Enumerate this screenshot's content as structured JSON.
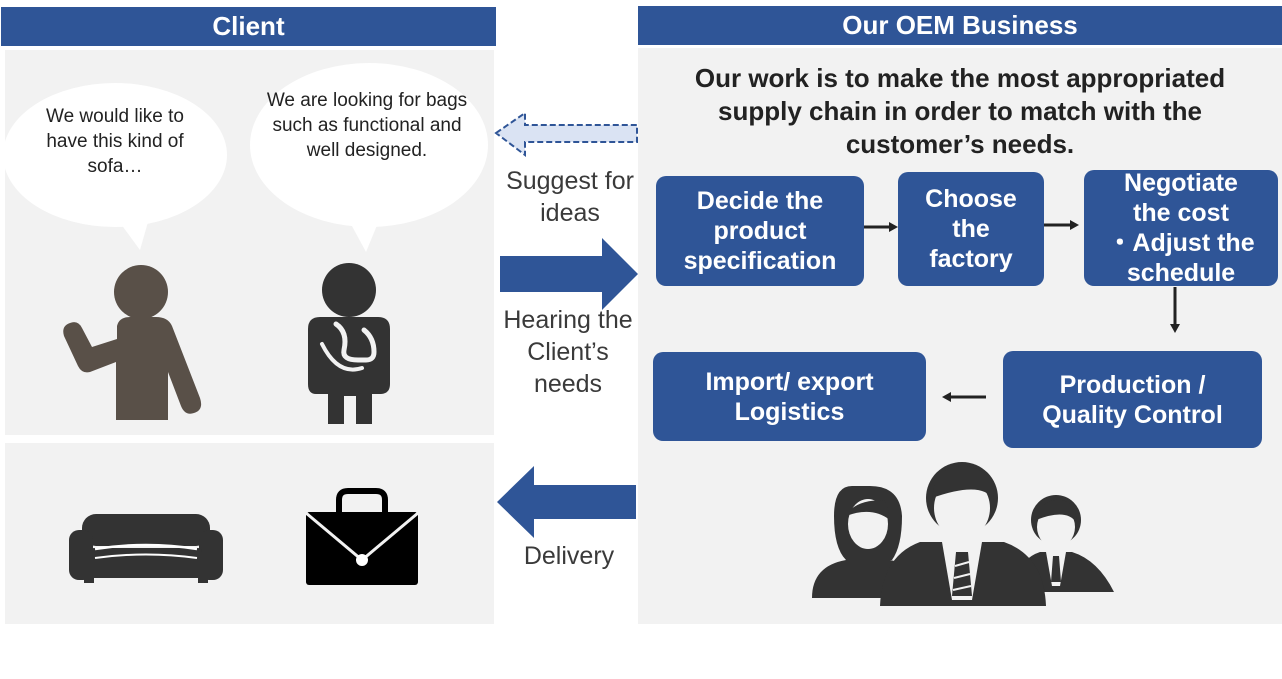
{
  "client": {
    "header": "Client",
    "bubble1": "We would like to have this kind of sofa…",
    "bubble2": "We are looking for bags such as functional and well designed."
  },
  "flow": {
    "suggest": "Suggest for ideas",
    "hearing": "Hearing the Client’s needs",
    "delivery": "Delivery"
  },
  "oem": {
    "header": "Our OEM Business",
    "mission": "Our work is to make the most appropriated supply chain in order to match with the customer’s needs.",
    "steps": {
      "decide": "Decide the\nproduct\nspecification",
      "choose": "Choose\nthe\nfactory",
      "negotiate": "Negotiate\nthe cost\n・Adjust the\nschedule",
      "production": "Production /\nQuality Control",
      "import": "Import/ export\nLogistics"
    }
  },
  "colors": {
    "brand_blue": "#2f5597",
    "panel_gray": "#f2f2f2",
    "figure_brown": "#595048",
    "figure_dark": "#333333",
    "dashed_arrow_fill": "#dae3f3"
  },
  "icons": [
    "speech-bubble-icon",
    "person-waving-icon",
    "person-thinking-icon",
    "sofa-icon",
    "briefcase-icon",
    "business-team-icon"
  ]
}
